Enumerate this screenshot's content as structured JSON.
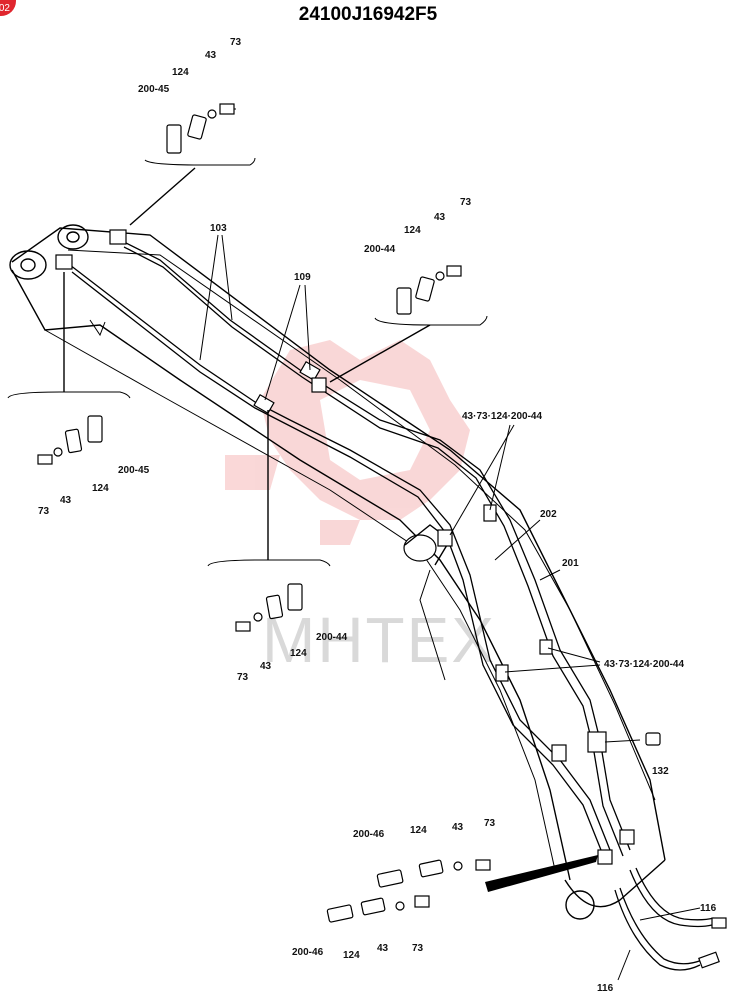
{
  "title": "24100J16942F5",
  "badge": "02",
  "watermark": "MHTEX",
  "colors": {
    "watermark_logo": "#f5b8b8",
    "watermark_text": "#d9d9d9",
    "badge": "#e0262e"
  },
  "callouts": {
    "top": {
      "a": "200-45",
      "b": "124",
      "c": "43",
      "d": "73"
    },
    "right_top": {
      "a": "200-44",
      "b": "124",
      "c": "43",
      "d": "73"
    },
    "left": {
      "a": "73",
      "b": "43",
      "c": "124",
      "d": "200-45"
    },
    "middle": {
      "a": "73",
      "b": "43",
      "c": "124",
      "d": "200-44"
    },
    "bottom1": {
      "a": "200-46",
      "b": "124",
      "c": "43",
      "d": "73"
    },
    "bottom2": {
      "a": "200-46",
      "b": "124",
      "c": "43",
      "d": "73"
    },
    "part_103": "103",
    "part_109": "109",
    "group_upper": "43·73·124·200-44",
    "group_lower": "43·73·124·200-44",
    "part_202": "202",
    "part_201": "201",
    "part_132": "132",
    "part_116_right": "116",
    "part_116_bottom": "116"
  }
}
